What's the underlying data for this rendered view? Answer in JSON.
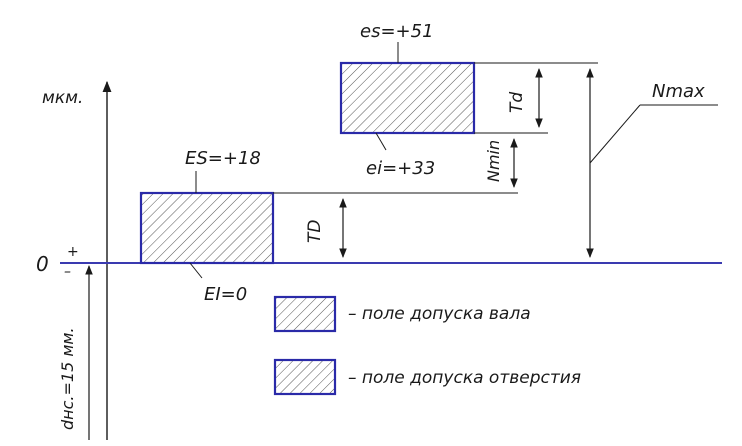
{
  "axis": {
    "unit_label": "мкм.",
    "zero_label": "0",
    "plus_sign": "+",
    "minus_sign": "–",
    "nominal_size_label": "dнс.=15 мм."
  },
  "hole": {
    "upper_deviation_label": "ES=+18",
    "lower_deviation_label": "EI=0",
    "tolerance_label": "TD"
  },
  "shaft": {
    "upper_deviation_label": "es=+51",
    "lower_deviation_label": "ei=+33",
    "tolerance_label": "Td"
  },
  "interference": {
    "max_label": "Nmax",
    "min_label": "Nmin"
  },
  "legend": {
    "shaft_label": "– поле допуска вала",
    "hole_label": "– поле допуска отверстия"
  },
  "colors": {
    "box_stroke": "#2a2aa8",
    "zero_line": "#3a3ab0",
    "ink": "#1a1a1a",
    "hatch": "#555555"
  }
}
